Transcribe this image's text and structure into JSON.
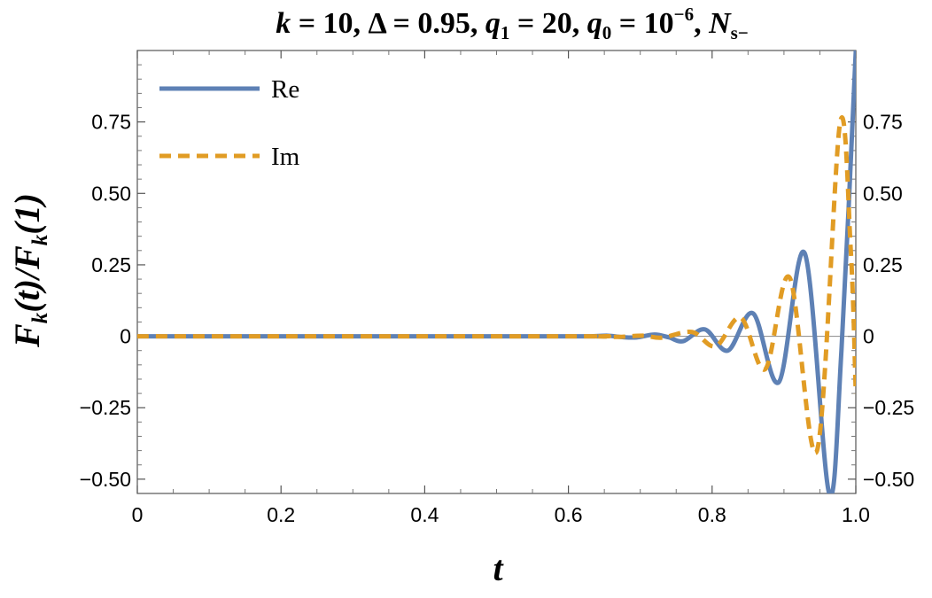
{
  "chart_data": {
    "type": "line",
    "title": {
      "parts": [
        {
          "t": "k",
          "style": "italic"
        },
        {
          "t": " = 10, Δ = 0.95,  "
        },
        {
          "t": "q",
          "style": "italic"
        },
        {
          "t": "1",
          "sub": true
        },
        {
          "t": " = 20,  "
        },
        {
          "t": "q",
          "style": "italic"
        },
        {
          "t": "0",
          "sub": true
        },
        {
          "t": " = 10"
        },
        {
          "t": "−6",
          "sup": true
        },
        {
          "t": ",  "
        },
        {
          "t": "N",
          "style": "italic"
        },
        {
          "t": "s−",
          "sub": true
        }
      ]
    },
    "xlabel": "t",
    "ylabel": {
      "parts": [
        {
          "t": "F"
        },
        {
          "t": "k",
          "sub": true
        },
        {
          "t": "(t)/F"
        },
        {
          "t": "k",
          "sub": true
        },
        {
          "t": "(1)"
        }
      ]
    },
    "xlim": [
      0,
      1.0
    ],
    "ylim": [
      -0.55,
      1.0
    ],
    "x_ticks": [
      {
        "value": 0,
        "label": "0"
      },
      {
        "value": 0.2,
        "label": "0.2"
      },
      {
        "value": 0.4,
        "label": "0.4"
      },
      {
        "value": 0.6,
        "label": "0.6"
      },
      {
        "value": 0.8,
        "label": "0.8"
      },
      {
        "value": 1.0,
        "label": "1.0"
      }
    ],
    "y_ticks": [
      {
        "value": 0.75,
        "label": "0.75"
      },
      {
        "value": 0.5,
        "label": "0.50"
      },
      {
        "value": 0.25,
        "label": "0.25"
      },
      {
        "value": 0,
        "label": "0"
      },
      {
        "value": -0.25,
        "label": "−0.25"
      },
      {
        "value": -0.5,
        "label": "−0.50"
      }
    ],
    "grid": false,
    "legend_position": "top-left",
    "series": [
      {
        "name": "Re",
        "color": "#5e81b5",
        "dash": "solid",
        "points": [
          [
            0.0,
            0.0
          ],
          [
            0.6,
            0.0
          ],
          [
            0.63,
            0.0
          ],
          [
            0.655,
            0.002
          ],
          [
            0.675,
            -0.003
          ],
          [
            0.695,
            -0.004
          ],
          [
            0.72,
            0.006
          ],
          [
            0.74,
            -0.004
          ],
          [
            0.76,
            -0.017
          ],
          [
            0.79,
            0.024
          ],
          [
            0.822,
            -0.05
          ],
          [
            0.857,
            0.08
          ],
          [
            0.893,
            -0.16
          ],
          [
            0.929,
            0.29
          ],
          [
            0.963,
            -0.55
          ],
          [
            0.98,
            -0.05
          ],
          [
            1.0,
            1.0
          ]
        ]
      },
      {
        "name": "Im",
        "color": "#e19c24",
        "dash": "dashed",
        "points": [
          [
            0.0,
            0.0
          ],
          [
            0.6,
            0.0
          ],
          [
            0.64,
            0.0
          ],
          [
            0.67,
            -0.002
          ],
          [
            0.705,
            0.002
          ],
          [
            0.73,
            -0.005
          ],
          [
            0.772,
            0.015
          ],
          [
            0.805,
            -0.035
          ],
          [
            0.84,
            0.065
          ],
          [
            0.874,
            -0.115
          ],
          [
            0.908,
            0.205
          ],
          [
            0.946,
            -0.4
          ],
          [
            0.978,
            0.745
          ],
          [
            0.993,
            0.3
          ],
          [
            1.0,
            -0.2
          ]
        ]
      }
    ]
  }
}
